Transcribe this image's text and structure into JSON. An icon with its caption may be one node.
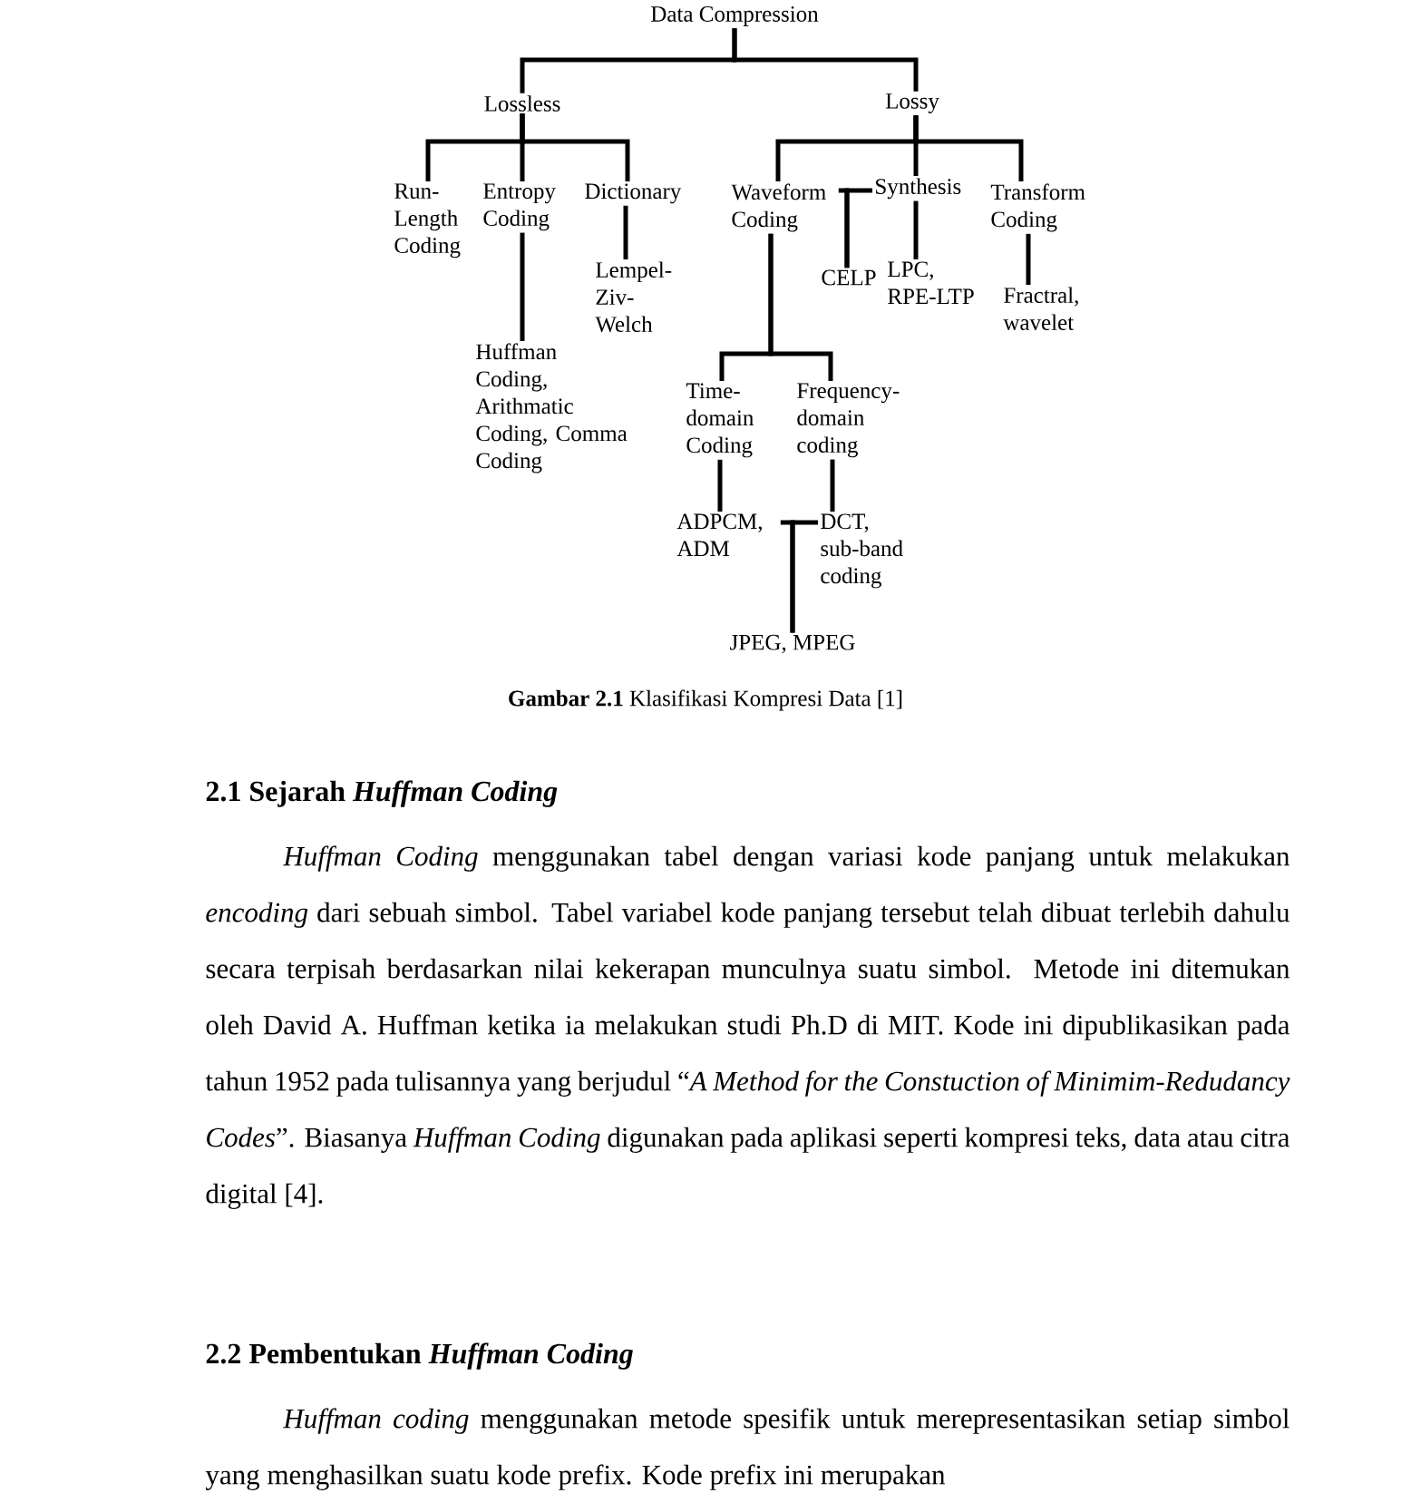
{
  "diagram": {
    "caption": "**Gambar 2.1** Klasifikasi Kompresi Data [1]",
    "nodes": [
      {
        "text": [
          "Data Compression"
        ]
      },
      {
        "text": [
          "Lossless"
        ]
      },
      {
        "text": [
          "Lossy"
        ]
      },
      {
        "text": [
          "Run-Length Coding"
        ]
      },
      {
        "text": [
          "Entropy Coding"
        ]
      },
      {
        "text": [
          "Dictionary"
        ]
      },
      {
        "text": [
          "Waveform Coding"
        ]
      },
      {
        "text": [
          "Synthesis"
        ]
      },
      {
        "text": [
          "Transform Coding"
        ]
      },
      {
        "text": [
          "Huffman Coding, Arithmatic Coding, Comma Coding"
        ]
      },
      {
        "text": [
          "Lempel-Ziv-Welch"
        ]
      },
      {
        "text": [
          "CELP"
        ]
      },
      {
        "text": [
          "LPC, RPE-LTP"
        ]
      },
      {
        "text": [
          "Fractral, wavelet"
        ]
      },
      {
        "text": [
          "Time-domain Coding"
        ]
      },
      {
        "text": [
          "Frequency-domain coding"
        ]
      },
      {
        "text": [
          "ADPCM, ADM"
        ]
      },
      {
        "text": [
          "DCT, sub-band coding"
        ]
      },
      {
        "text": [
          "JPEG, MPEG"
        ]
      }
    ],
    "edges": [
      {
        "from": 0,
        "to": 1,
        "arrow": "none"
      },
      {
        "from": 0,
        "to": 2,
        "arrow": "none"
      },
      {
        "from": 1,
        "to": 3,
        "arrow": "none"
      },
      {
        "from": 1,
        "to": 4,
        "arrow": "none"
      },
      {
        "from": 1,
        "to": 5,
        "arrow": "none"
      },
      {
        "from": 2,
        "to": 6,
        "arrow": "none"
      },
      {
        "from": 2,
        "to": 7,
        "arrow": "none"
      },
      {
        "from": 2,
        "to": 8,
        "arrow": "none"
      },
      {
        "from": 4,
        "to": 9,
        "arrow": "none"
      },
      {
        "from": 5,
        "to": 10,
        "arrow": "none"
      },
      {
        "from": 6,
        "to": 11,
        "arrow": "none"
      },
      {
        "from": 7,
        "to": 11,
        "arrow": "none"
      },
      {
        "from": 7,
        "to": 12,
        "arrow": "none"
      },
      {
        "from": 8,
        "to": 13,
        "arrow": "none"
      },
      {
        "from": 6,
        "to": 14,
        "arrow": "none"
      },
      {
        "from": 6,
        "to": 15,
        "arrow": "none"
      },
      {
        "from": 14,
        "to": 16,
        "arrow": "none"
      },
      {
        "from": 15,
        "to": 17,
        "arrow": "none"
      },
      {
        "from": 16,
        "to": 18,
        "arrow": "none"
      },
      {
        "from": 17,
        "to": 18,
        "arrow": "none"
      }
    ],
    "labels": [
      "2.1 Sejarah *Huffman Coding*",
      "*Huffman Coding* menggunakan tabel dengan variasi kode panjang untuk melakukan *encoding* dari sebuah simbol. Tabel variabel kode panjang tersebut telah dibuat terlebih dahulu secara terpisah berdasarkan nilai kekerapan munculnya suatu simbol. Metode ini ditemukan oleh David A. Huffman ketika ia melakukan studi Ph.D di MIT. Kode ini dipublikasikan pada tahun 1952 pada tulisannya yang berjudul “*A Method for the Constuction of Minimim-Redudancy Codes*”. Biasanya *Huffman Coding* digunakan pada aplikasi seperti kompresi teks, data atau citra digital [4].",
      "2.2 Pembentukan *Huffman Coding*",
      "*Huffman coding* menggunakan metode spesifik untuk merepresentasikan setiap simbol yang menghasilkan suatu kode prefix. Kode prefix ini merupakan"
    ]
  }
}
